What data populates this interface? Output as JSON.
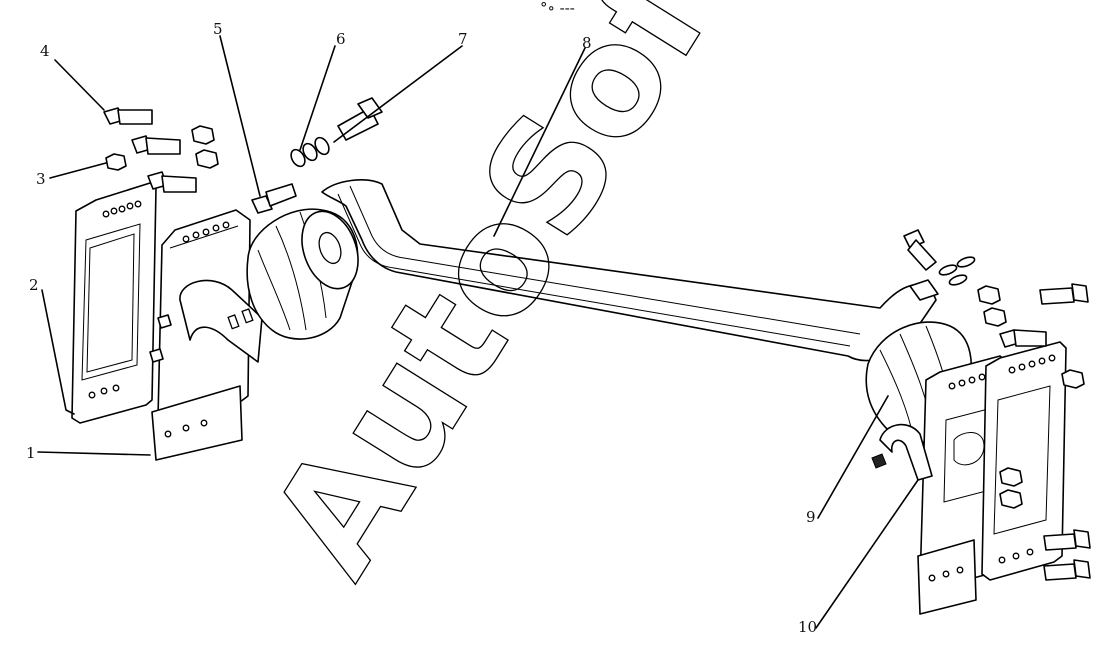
{
  "header_mark": "°∘ ---",
  "watermark": "AutoSoft",
  "callouts": [
    {
      "id": "1",
      "label": "1"
    },
    {
      "id": "2",
      "label": "2"
    },
    {
      "id": "3",
      "label": "3"
    },
    {
      "id": "4",
      "label": "4"
    },
    {
      "id": "5",
      "label": "5"
    },
    {
      "id": "6",
      "label": "6"
    },
    {
      "id": "7",
      "label": "7"
    },
    {
      "id": "8",
      "label": "8"
    },
    {
      "id": "9",
      "label": "9"
    },
    {
      "id": "10",
      "label": "10"
    }
  ]
}
